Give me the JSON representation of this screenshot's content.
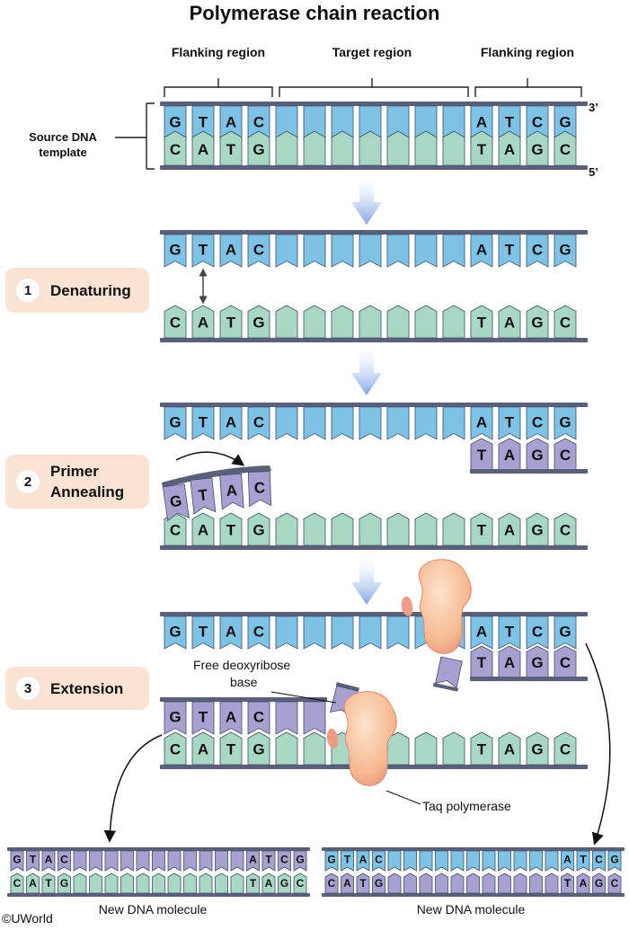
{
  "title": "Polymerase chain reaction",
  "regions": {
    "left_flank": "Flanking region",
    "target": "Target region",
    "right_flank": "Flanking region"
  },
  "template": {
    "label_line1": "Source DNA",
    "label_line2": "template",
    "end_3": "3’",
    "end_5": "5’",
    "top_left_bases": [
      "G",
      "T",
      "A",
      "C"
    ],
    "bottom_left_bases": [
      "C",
      "A",
      "T",
      "G"
    ],
    "top_right_bases": [
      "A",
      "T",
      "C",
      "G"
    ],
    "bottom_right_bases": [
      "T",
      "A",
      "G",
      "C"
    ]
  },
  "steps": [
    {
      "number": "1",
      "label_line1": "Denaturing",
      "label_line2": ""
    },
    {
      "number": "2",
      "label_line1": "Primer",
      "label_line2": "Annealing"
    },
    {
      "number": "3",
      "label_line1": "Extension",
      "label_line2": ""
    }
  ],
  "annotations": {
    "free_base_line1": "Free deoxyribose",
    "free_base_line2": "base",
    "taq": "Taq polymerase"
  },
  "products": {
    "left_label": "New DNA molecule",
    "right_label": "New DNA molecule"
  },
  "copyright": "©UWorld",
  "colors": {
    "backbone": "#5a5f7a",
    "original_strand": "#7ec3e6",
    "complement_strand": "#a8d8c4",
    "new_strand": "#a9a0d2",
    "step_badge": "#fbe3d3",
    "arrow": "#8fb0ea",
    "enzyme": "#f7c29a"
  }
}
